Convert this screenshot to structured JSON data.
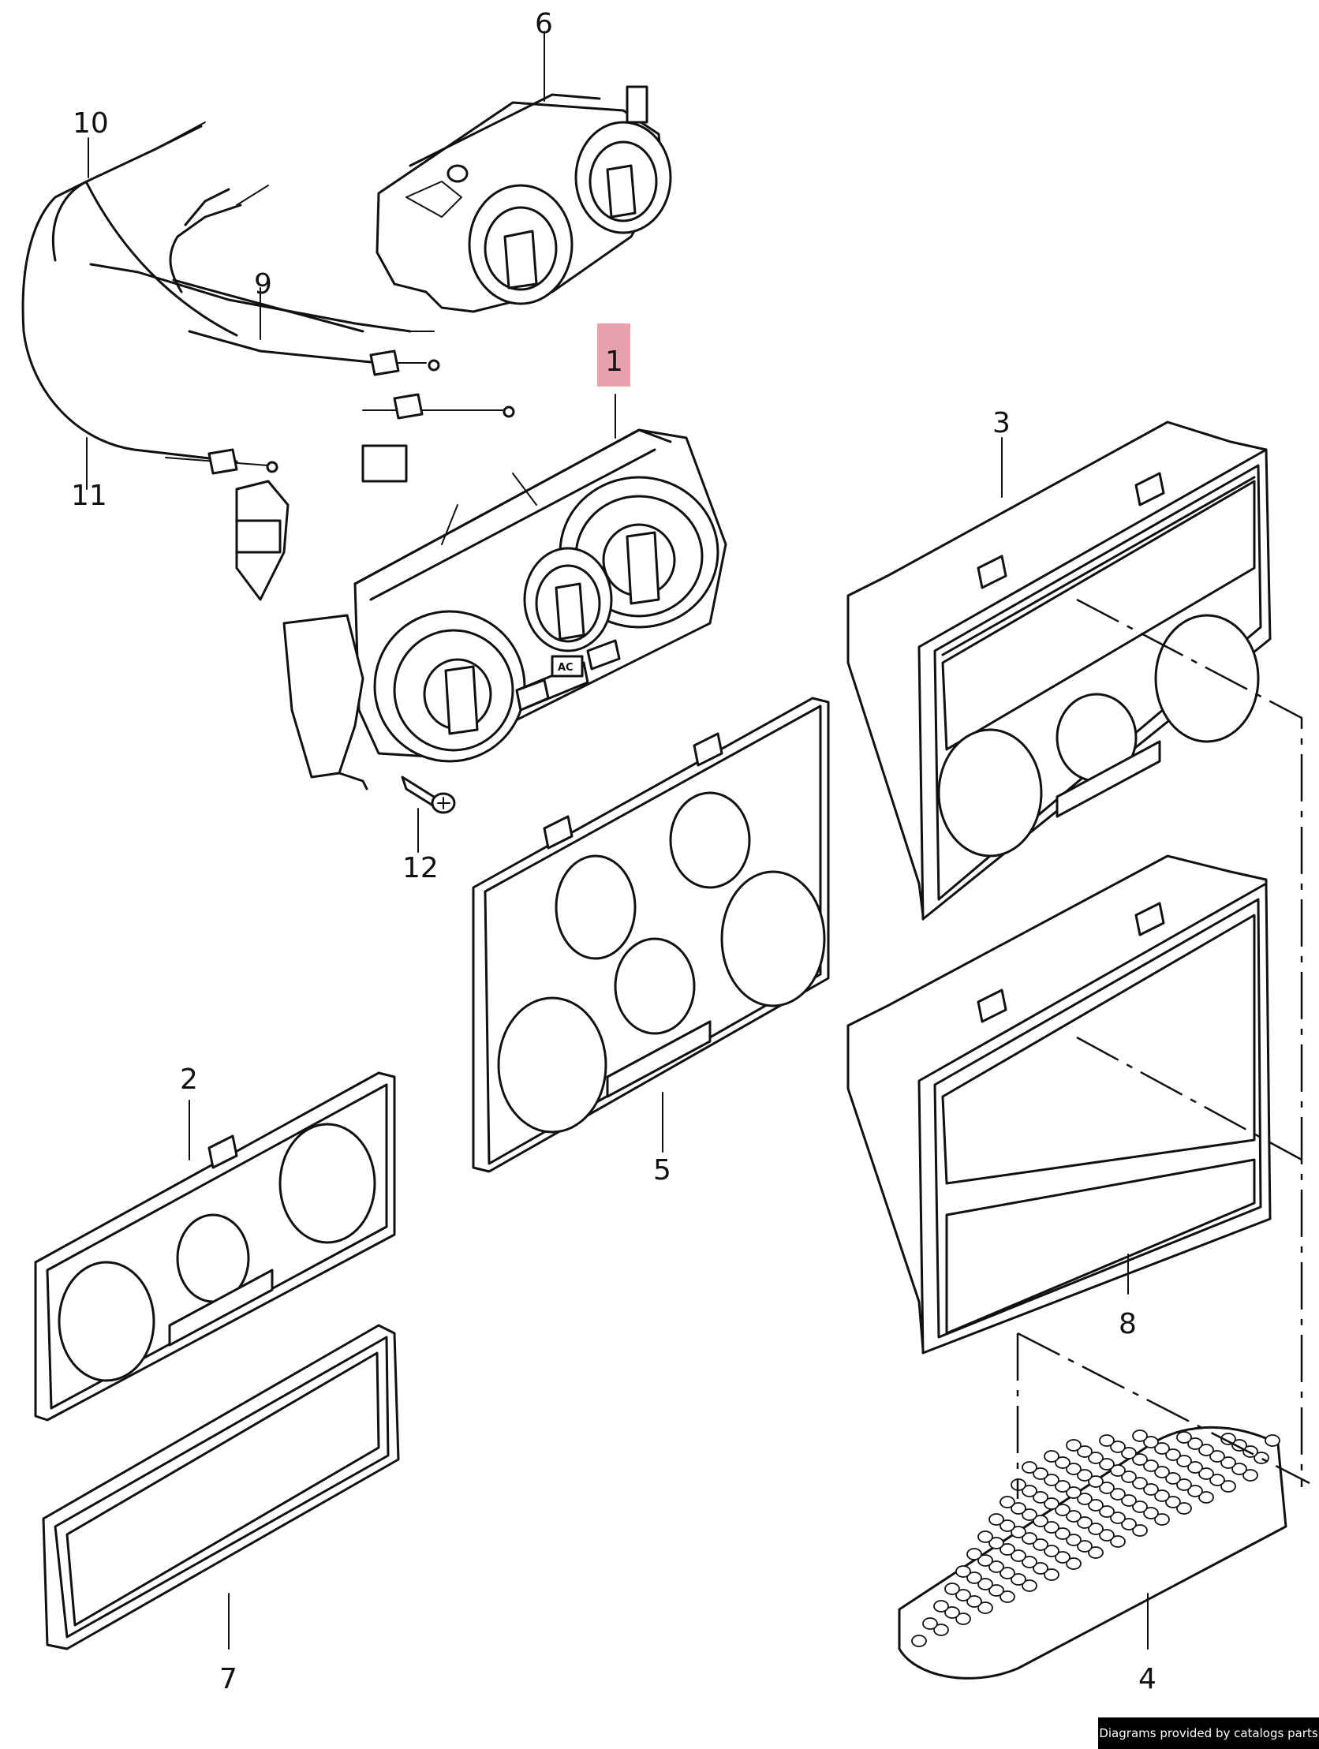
{
  "callouts": {
    "c1": "1",
    "c2": "2",
    "c3": "3",
    "c4": "4",
    "c5": "5",
    "c6": "6",
    "c7": "7",
    "c8": "8",
    "c9": "9",
    "c10": "10",
    "c11": "11",
    "c12": "12"
  },
  "highlight": {
    "part": "1",
    "color": "#e8a0ad"
  },
  "panel_labels": {
    "ac": "AC"
  },
  "footer": {
    "credit": "Diagrams provided by catalogs parts"
  }
}
